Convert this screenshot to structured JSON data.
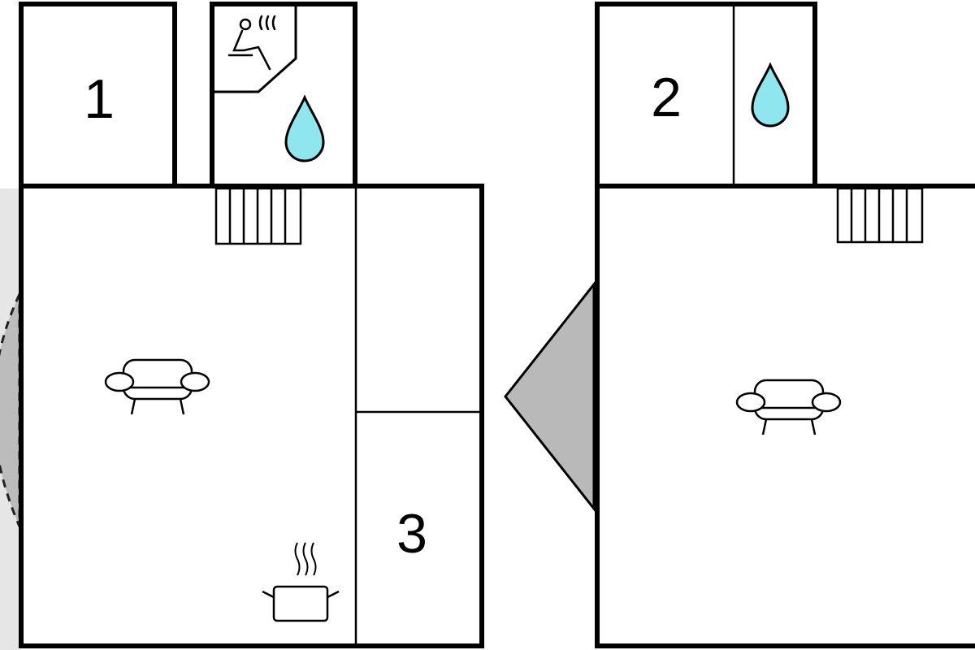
{
  "rooms": [
    {
      "label": "1"
    },
    {
      "label": "2"
    },
    {
      "label": "3"
    }
  ],
  "icons": [
    "sauna-icon",
    "water-drop-icon",
    "stairs-icon",
    "sofa-icon",
    "kitchen-pot-icon",
    "entrance-terrace"
  ],
  "colors": {
    "wall": "#000000",
    "water": "#8fe6ee",
    "terrace": "#b9b9b9",
    "terrace_light": "#e6e6e6"
  }
}
